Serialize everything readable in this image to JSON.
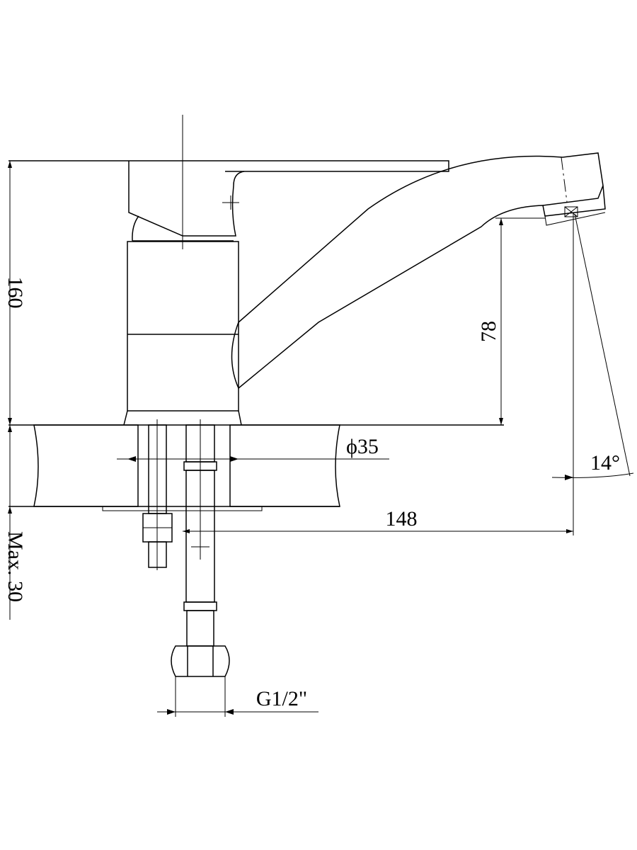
{
  "drawing": {
    "title": "Faucet side elevation",
    "dimensions": {
      "overall_height": "160",
      "spout_height": "78",
      "spout_reach": "148",
      "base_diameter": "ϕ35",
      "spray_angle": "14°",
      "max_counter_thickness": "Max. 30",
      "connection_thread": "G1/2\""
    },
    "colors": {
      "line": "#000000",
      "background": "#ffffff"
    }
  }
}
